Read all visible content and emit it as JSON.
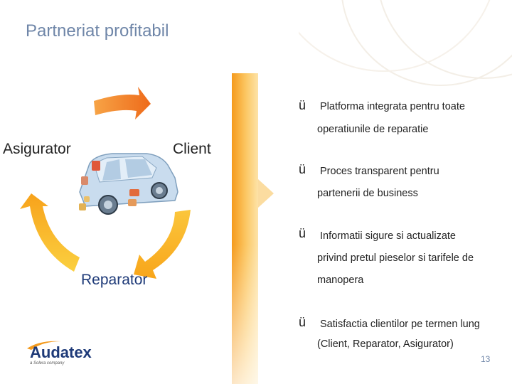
{
  "slide": {
    "title": "Partneriat profitabil",
    "page_number": "13"
  },
  "cycle": {
    "labels": {
      "asigurator": "Asigurator",
      "client": "Client",
      "reparator": "Reparator"
    },
    "arrow_colors": [
      "#f07a1a",
      "#fbb81d",
      "#f9c53a"
    ]
  },
  "bullets": [
    {
      "check": "ü",
      "lines": [
        "Platforma integrata pentru toate",
        "operatiunile de reparatie"
      ]
    },
    {
      "check": "ü",
      "lines": [
        "Proces transparent pentru",
        "partenerii de business"
      ]
    },
    {
      "check": "ü",
      "lines": [
        "Informatii sigure si actualizate",
        "privind pretul pieselor si tarifele de",
        "manopera"
      ]
    },
    {
      "check": "ü",
      "lines": [
        "Satisfactia clientilor pe termen lung",
        "(Client, Reparator, Asigurator)"
      ]
    }
  ],
  "logo": {
    "name": "Audatex",
    "tagline": "a Solera company"
  },
  "colors": {
    "title": "#6f86a8",
    "bar_start": "#f59a1c",
    "bar_end": "#fde3a8"
  }
}
